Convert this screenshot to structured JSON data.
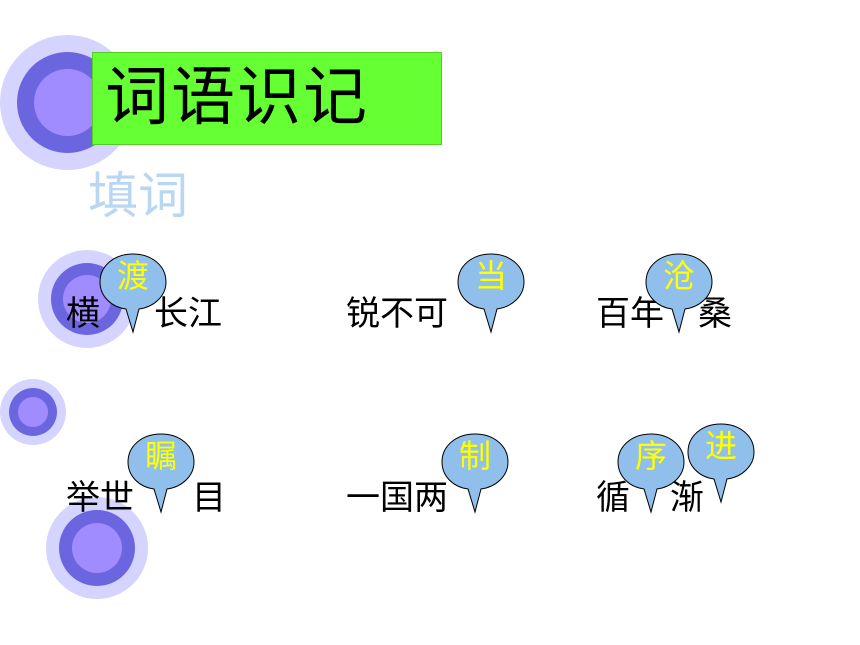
{
  "title": "词语识记",
  "subtitle": "填词",
  "phrases": {
    "p1": {
      "before": "横",
      "after": "长江",
      "answer": "渡"
    },
    "p2": {
      "before": "锐不可",
      "after": "",
      "answer": "当"
    },
    "p3": {
      "before": "百年",
      "after": "桑",
      "answer": "沧"
    },
    "p4": {
      "before": "举世",
      "after": "目",
      "answer": "瞩"
    },
    "p5": {
      "before": "一国两",
      "after": "",
      "answer": "制"
    },
    "p6": {
      "before": "循",
      "after": "渐",
      "answer1": "序",
      "answer2": "进"
    }
  },
  "colors": {
    "title_bg": "#66ff33",
    "subtitle": "#b9d6f2",
    "bubble_fill": "#8fbfea",
    "answer_text": "#ffff00",
    "circle_outer": "#ccccff",
    "circle_mid": "#6666dd",
    "circle_inner": "#9b8cff"
  }
}
